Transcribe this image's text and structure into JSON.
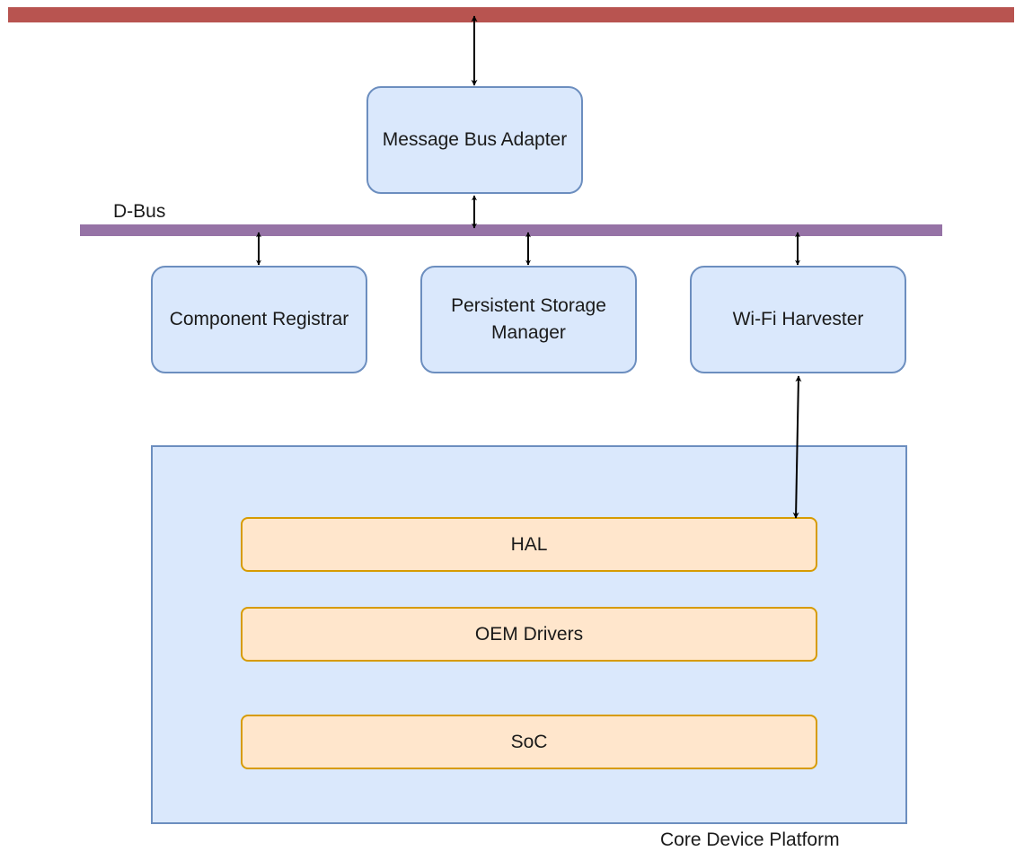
{
  "diagram": {
    "bus_label": "D-Bus",
    "platform_label": "Core Device Platform",
    "components": {
      "message_bus_adapter": "Message Bus Adapter",
      "component_registrar": "Component Registrar",
      "persistent_storage_manager": "Persistent Storage Manager",
      "wifi_harvester": "Wi-Fi Harvester"
    },
    "layers": {
      "hal": "HAL",
      "oem_drivers": "OEM Drivers",
      "soc": "SoC"
    },
    "colors": {
      "top_bus": "#b85450",
      "dbus": "#9673a6",
      "component_fill": "#dae8fc",
      "component_stroke": "#6c8ebf",
      "layer_fill": "#ffe6cc",
      "layer_stroke": "#d79b00"
    }
  }
}
